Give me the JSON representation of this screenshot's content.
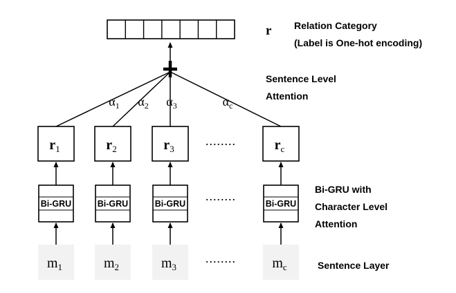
{
  "output": {
    "label": "r",
    "title": "Relation Category",
    "subtitle": "(Label is One-hot encoding)",
    "cell_count": 7
  },
  "attention": {
    "line1": "Sentence Level",
    "line2": "Attention",
    "weights": [
      {
        "base": "α",
        "sub": "1"
      },
      {
        "base": "α",
        "sub": "2"
      },
      {
        "base": "α",
        "sub": "3"
      },
      {
        "base": "α",
        "sub": "c"
      }
    ]
  },
  "sentence_reps": [
    {
      "base": "r",
      "sub": "1"
    },
    {
      "base": "r",
      "sub": "2"
    },
    {
      "base": "r",
      "sub": "3"
    },
    {
      "base": "r",
      "sub": "c"
    }
  ],
  "gru": {
    "block_label": "Bi-GRU",
    "side_line1": "Bi-GRU with",
    "side_line2": "Character Level",
    "side_line3": "Attention"
  },
  "inputs": [
    {
      "base": "m",
      "sub": "1"
    },
    {
      "base": "m",
      "sub": "2"
    },
    {
      "base": "m",
      "sub": "3"
    },
    {
      "base": "m",
      "sub": "c"
    }
  ],
  "sentence_layer_label": "Sentence Layer",
  "ellipsis": "........"
}
